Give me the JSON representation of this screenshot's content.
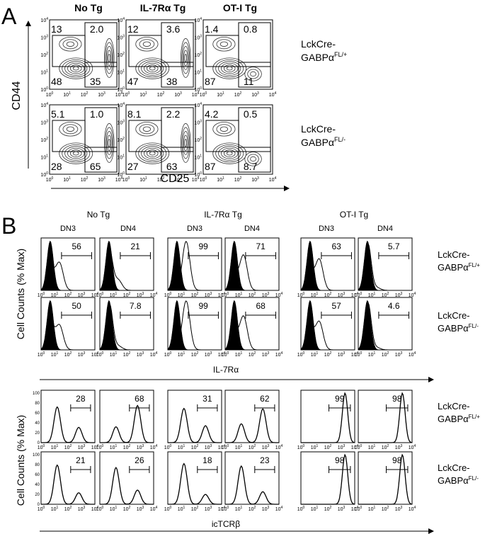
{
  "panel_a": {
    "letter": "A",
    "columns": [
      "No Tg",
      "IL-7Rα Tg",
      "OT-I Tg"
    ],
    "row_labels": [
      {
        "line1": "LckCre-",
        "base": "GABPα",
        "sup": "FL/+"
      },
      {
        "line1": "LckCre-",
        "base": "GABPα",
        "sup": "FL/-"
      }
    ],
    "y_axis_label": "CD44",
    "x_axis_label": "CD25",
    "tick_labels": [
      "10",
      "10",
      "10",
      "10",
      "10"
    ],
    "tick_exponents": [
      "0",
      "1",
      "2",
      "3",
      "4"
    ],
    "quadrants": [
      [
        {
          "tl": "13",
          "tr": "2.0",
          "bl": "48",
          "br": "35"
        },
        {
          "tl": "12",
          "tr": "3.6",
          "bl": "47",
          "br": "38"
        },
        {
          "tl": "1.4",
          "tr": "0.8",
          "bl": "87",
          "br": "11"
        }
      ],
      [
        {
          "tl": "5.1",
          "tr": "1.0",
          "bl": "28",
          "br": "65"
        },
        {
          "tl": "8.1",
          "tr": "2.2",
          "bl": "27",
          "br": "63"
        },
        {
          "tl": "4.2",
          "tr": "0.5",
          "bl": "87",
          "br": "8.7"
        }
      ]
    ]
  },
  "panel_b": {
    "letter": "B",
    "groups": [
      "No Tg",
      "IL-7Rα Tg",
      "OT-I Tg"
    ],
    "subgroups": [
      "DN3",
      "DN4"
    ],
    "y_axis_label": "Cell Counts (% Max)",
    "x_axis_label_top": "IL-7Rα",
    "x_axis_label_bottom": "icTCRβ",
    "row_labels": [
      {
        "line1": "LckCre-",
        "base": "GABPα",
        "sup": "FL/+"
      },
      {
        "line1": "LckCre-",
        "base": "GABPα",
        "sup": "FL/-"
      },
      {
        "line1": "LckCre-",
        "base": "GABPα",
        "sup": "FL/+"
      },
      {
        "line1": "LckCre-",
        "base": "GABPα",
        "sup": "FL/-"
      }
    ],
    "y_ticks": [
      "0",
      "20",
      "40",
      "60",
      "80",
      "100"
    ],
    "il7_values": [
      [
        "56",
        "21",
        "99",
        "71",
        "63",
        "5.7"
      ],
      [
        "50",
        "7.8",
        "99",
        "68",
        "57",
        "4.6"
      ]
    ],
    "tcr_values": [
      [
        "28",
        "68",
        "31",
        "62",
        "99",
        "98"
      ],
      [
        "21",
        "26",
        "18",
        "23",
        "98",
        "98"
      ]
    ]
  }
}
